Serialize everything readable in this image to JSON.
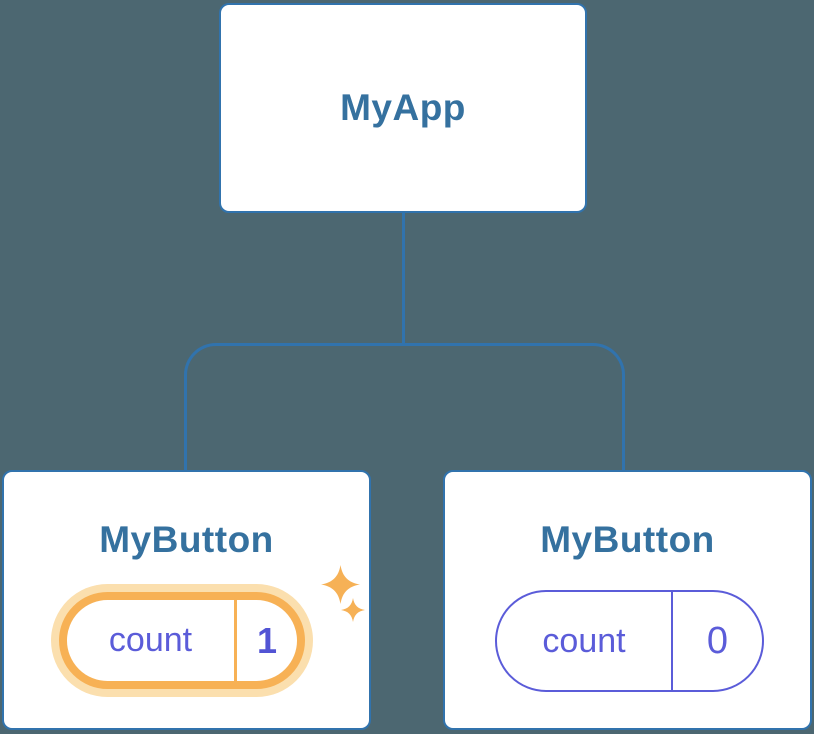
{
  "diagram": {
    "title_hint": "React component tree with state",
    "root": {
      "label": "MyApp"
    },
    "children": [
      {
        "label": "MyButton",
        "state": {
          "key": "count",
          "value": "1"
        },
        "highlighted": true
      },
      {
        "label": "MyButton",
        "state": {
          "key": "count",
          "value": "0"
        },
        "highlighted": false
      }
    ]
  },
  "icons": {
    "sparkle_large": "sparkle-icon",
    "sparkle_small": "sparkle-icon"
  },
  "colors": {
    "background": "#4C6771",
    "node_border": "#3173AD",
    "node_text": "#35719F",
    "state_purple": "#5B5CD9",
    "state_value_purple": "#5254D4",
    "highlight_orange": "#F7B155",
    "highlight_halo": "#FBDFAE",
    "sparkle_orange": "#F6B156"
  }
}
